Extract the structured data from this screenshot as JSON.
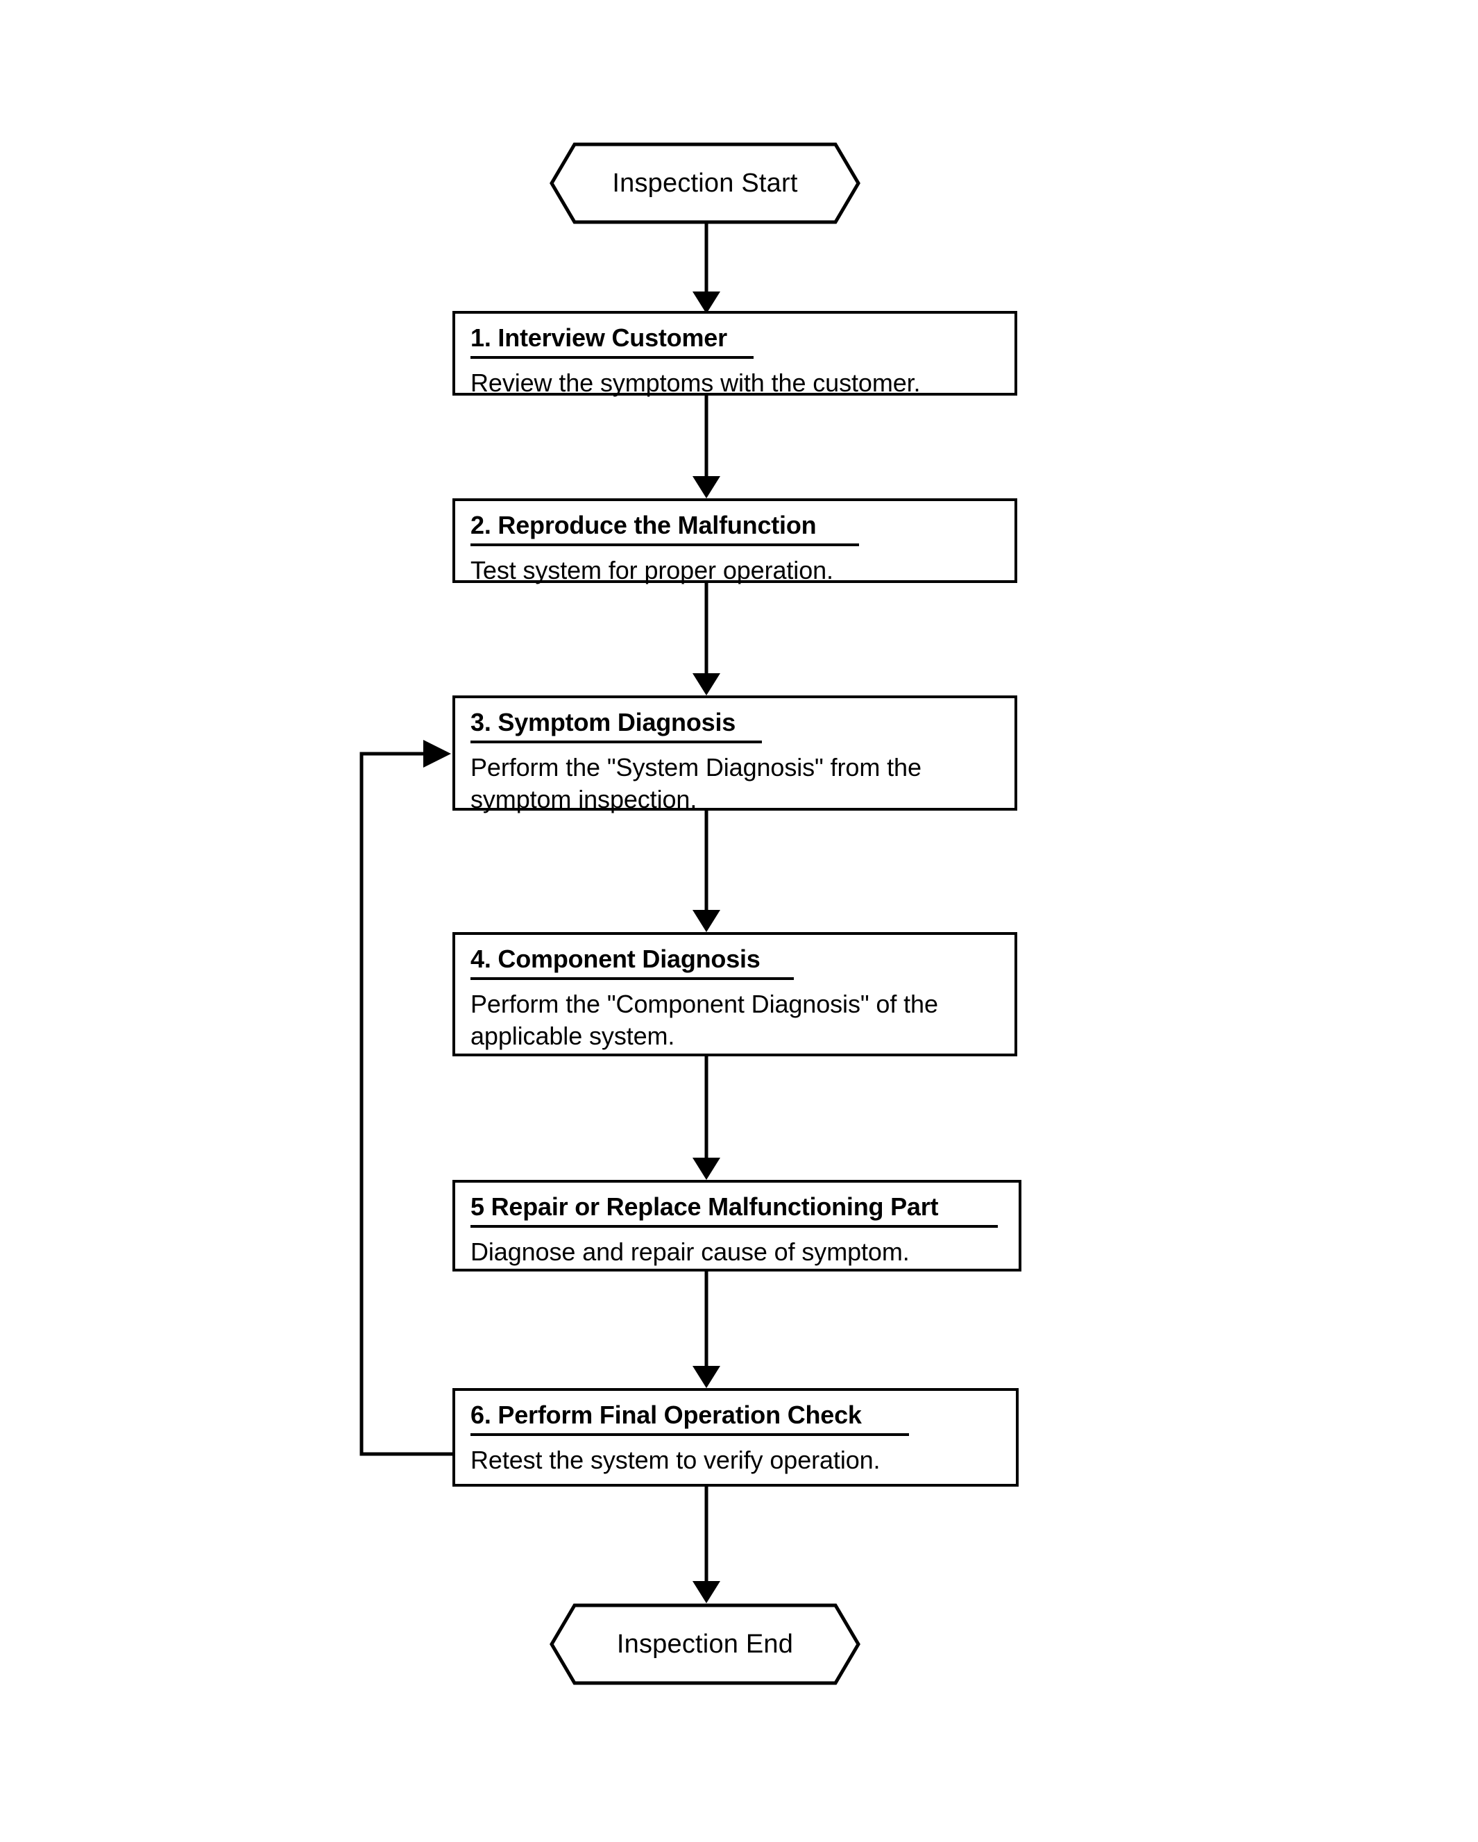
{
  "diagram": {
    "title": "Inspection Procedure Flowchart",
    "orientation": "top-to-bottom",
    "line_color": "#000000",
    "fill_color": "#ffffff",
    "background": "#ffffff"
  },
  "start_node": {
    "label": "Inspection Start",
    "shape": "hexagon"
  },
  "end_node": {
    "label": "Inspection End",
    "shape": "hexagon"
  },
  "steps": [
    {
      "id": "step-1",
      "title": "1. Interview Customer",
      "body": "Review the symptoms with the customer."
    },
    {
      "id": "step-2",
      "title": "2. Reproduce the Malfunction",
      "body": "Test system for proper operation."
    },
    {
      "id": "step-3",
      "title": "3. Symptom Diagnosis",
      "body": "Perform the \"System Diagnosis\" from the symptom inspection."
    },
    {
      "id": "step-4",
      "title": "4. Component Diagnosis",
      "body": "Perform the \"Component Diagnosis\" of the applicable system."
    },
    {
      "id": "step-5",
      "title": "5 Repair or Replace Malfunctioning Part",
      "body": "Diagnose and repair cause of symptom."
    },
    {
      "id": "step-6",
      "title": "6. Perform Final Operation Check",
      "body": "Retest the system to verify operation."
    }
  ],
  "connectors": [
    {
      "id": "conn-start-1",
      "from": "start_node",
      "to": "step-1",
      "type": "arrow-down"
    },
    {
      "id": "conn-1-2",
      "from": "step-1",
      "to": "step-2",
      "type": "arrow-down"
    },
    {
      "id": "conn-2-3",
      "from": "step-2",
      "to": "step-3",
      "type": "arrow-down"
    },
    {
      "id": "conn-3-4",
      "from": "step-3",
      "to": "step-4",
      "type": "arrow-down"
    },
    {
      "id": "conn-4-5",
      "from": "step-4",
      "to": "step-5",
      "type": "arrow-down"
    },
    {
      "id": "conn-5-6",
      "from": "step-5",
      "to": "step-6",
      "type": "arrow-down"
    },
    {
      "id": "conn-6-end",
      "from": "step-6",
      "to": "end_node",
      "type": "arrow-down"
    },
    {
      "id": "conn-feedback",
      "from": "step-6",
      "to": "step-3",
      "type": "feedback-loop-left"
    }
  ]
}
